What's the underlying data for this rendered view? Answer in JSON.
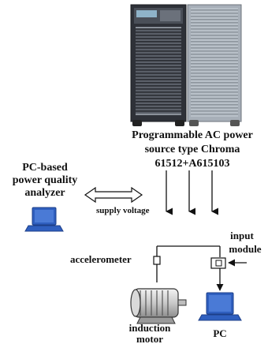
{
  "power_source_label": [
    "Programmable AC power",
    "source type Chroma",
    "61512+A615103"
  ],
  "analyzer_label": [
    "PC-based",
    "power quality",
    "analyzer"
  ],
  "supply_voltage_label": "supply voltage",
  "accelerometer_label": "accelerometer",
  "input_module_label": [
    "input",
    "module"
  ],
  "motor_label": [
    "induction",
    "motor"
  ],
  "pc_label": "PC",
  "colors": {
    "laptop_blue": "#2f5fbf",
    "cabinet_dark": "#3a3d44",
    "cabinet_light": "#9aa3ad",
    "line": "#111111"
  }
}
